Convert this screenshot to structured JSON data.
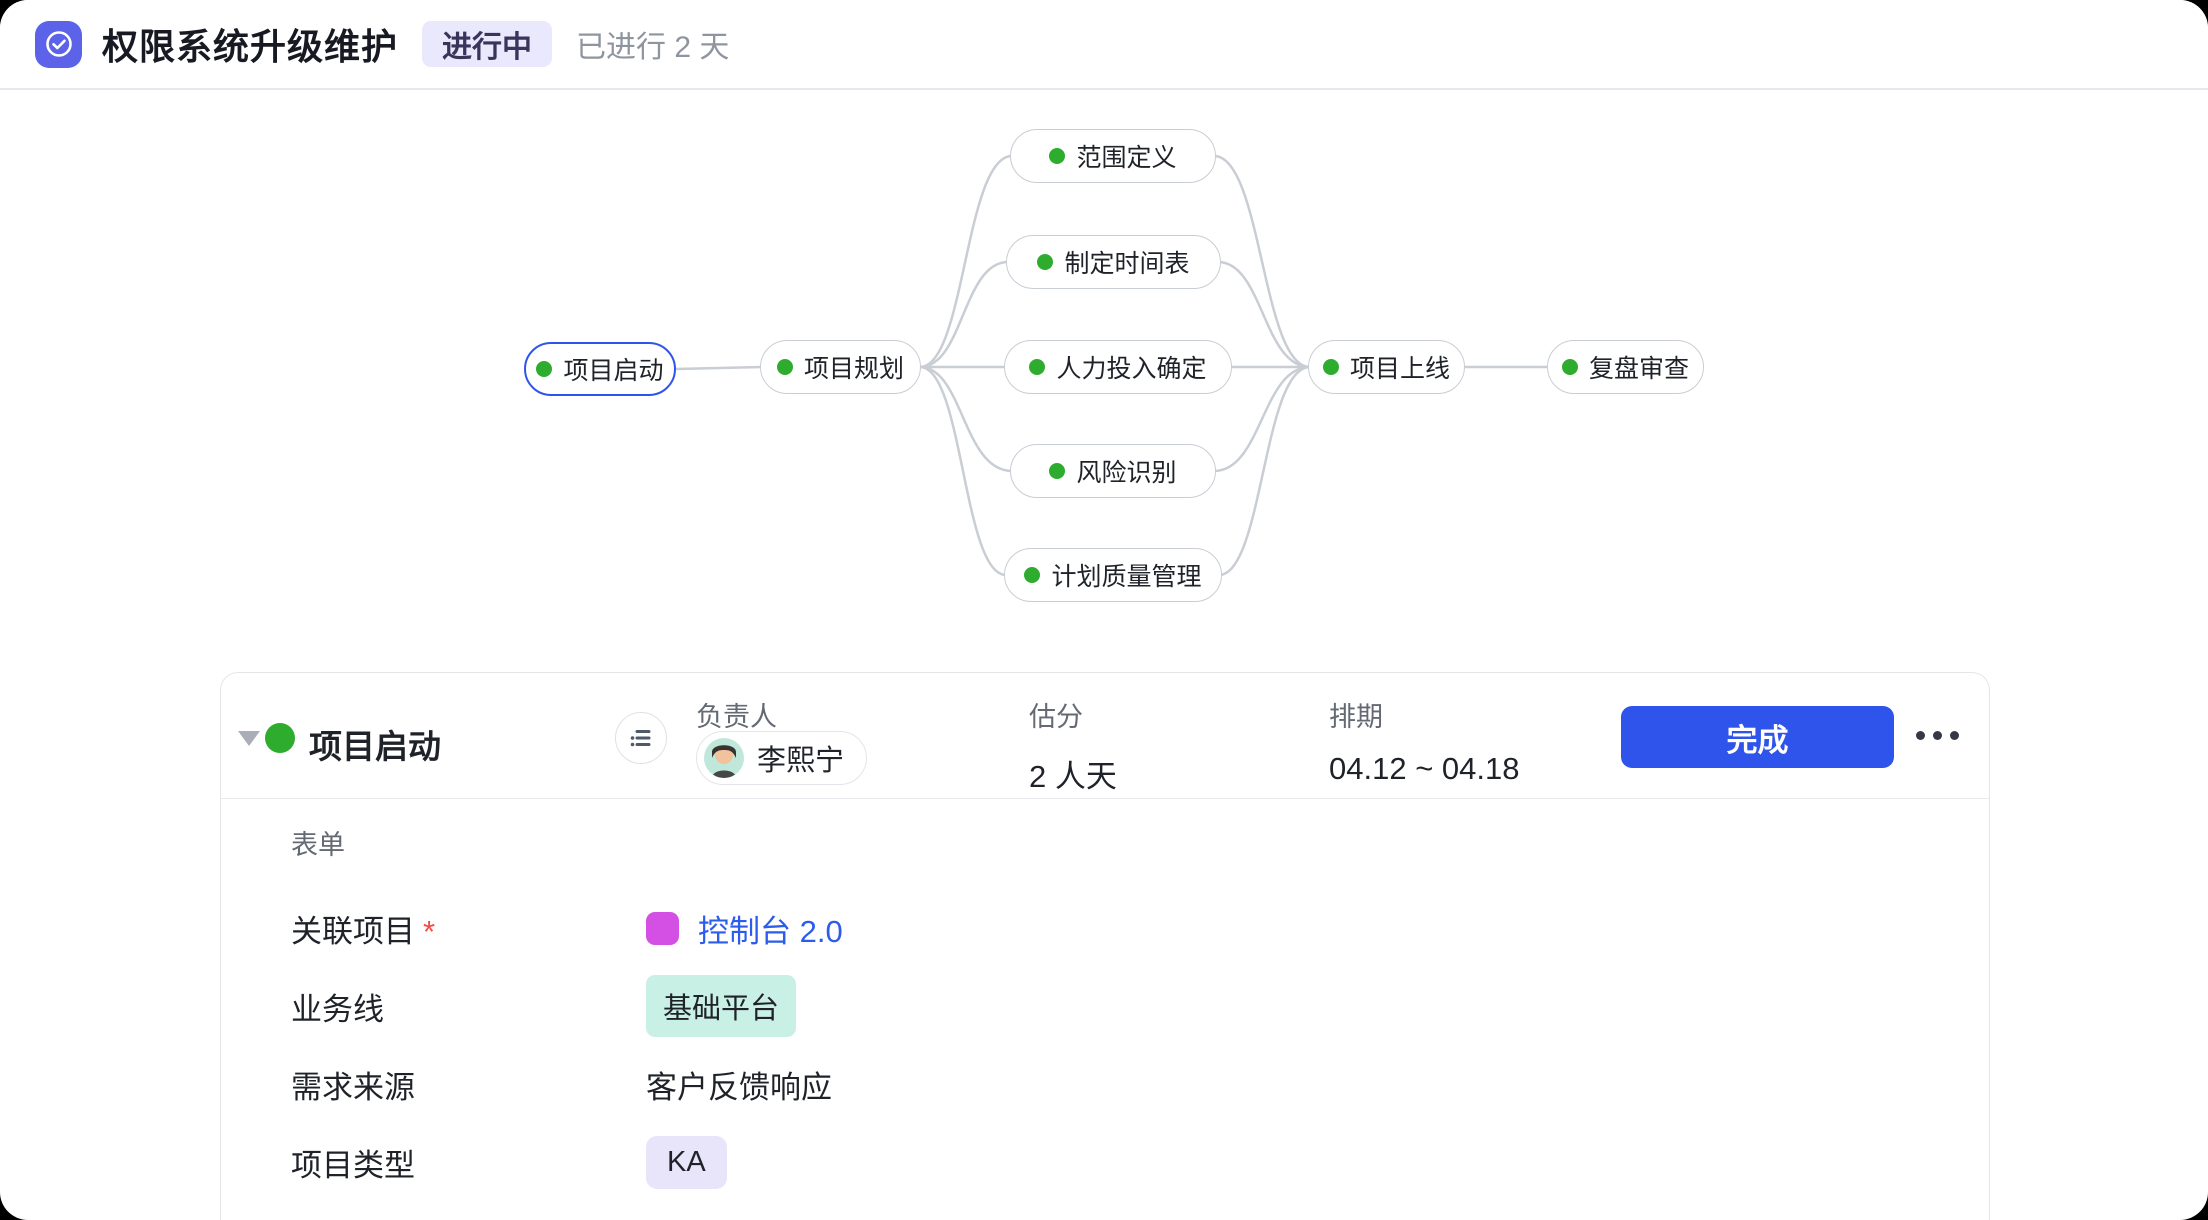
{
  "header": {
    "title": "权限系统升级维护",
    "status_badge": {
      "label": "进行中",
      "bg": "#e9e8fc",
      "color": "#37365a"
    },
    "elapsed": "已进行 2 天"
  },
  "flow": {
    "node_dot_color": "#2eac2e",
    "selected_border_color": "#2f54eb",
    "connector_color": "#c9cdd4",
    "nodes": [
      {
        "label": "项目启动",
        "selected": true
      },
      {
        "label": "项目规划",
        "selected": false
      },
      {
        "label": "范围定义",
        "selected": false
      },
      {
        "label": "制定时间表",
        "selected": false
      },
      {
        "label": "人力投入确定",
        "selected": false
      },
      {
        "label": "风险识别",
        "selected": false
      },
      {
        "label": "计划质量管理",
        "selected": false
      },
      {
        "label": "项目上线",
        "selected": false
      },
      {
        "label": "复盘审查",
        "selected": false
      }
    ]
  },
  "detail": {
    "title": "项目启动",
    "status_dot_color": "#2eac2e",
    "owner_label": "负责人",
    "owner_name": "李熙宁",
    "estimate_label": "估分",
    "estimate_value": "2 人天",
    "schedule_label": "排期",
    "schedule_value": "04.12 ~ 04.18",
    "complete_button_label": "完成"
  },
  "form": {
    "section_label": "表单",
    "fields": [
      {
        "label": "关联项目",
        "required_mark": "*",
        "type": "link",
        "value": "控制台 2.0",
        "swatch_color": "#d44fe3",
        "link_color": "#2b5ceb"
      },
      {
        "label": "业务线",
        "type": "tag",
        "value": "基础平台",
        "tag_bg": "#c9f0e4"
      },
      {
        "label": "需求来源",
        "type": "text",
        "value": "客户反馈响应"
      },
      {
        "label": "项目类型",
        "type": "tag",
        "value": "KA",
        "tag_bg": "#e8e5fb"
      }
    ]
  },
  "icons": {
    "app_icon": "circle-check-icon",
    "detail_toggle": "list-icon",
    "collapse": "caret-down-icon",
    "more": "ellipsis-icon"
  },
  "colors": {
    "accent_blue": "#2f54eb",
    "green_status": "#2eac2e",
    "text_primary": "#1f2329",
    "text_secondary": "#8f959e",
    "label_gray": "#646a73",
    "app_icon_bg": "#5d63e8",
    "card_border": "#e4e6ea"
  }
}
